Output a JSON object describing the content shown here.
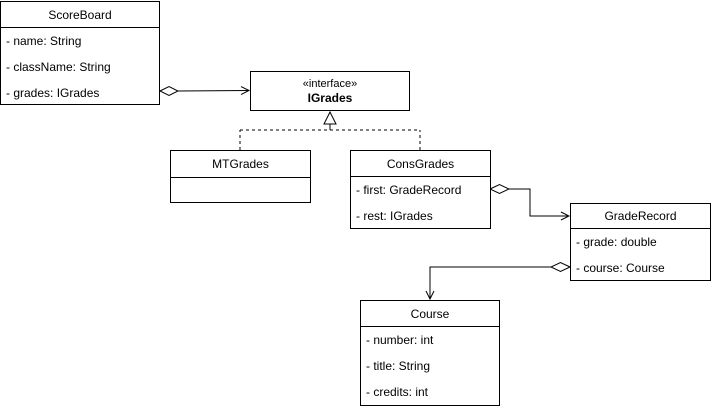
{
  "classes": {
    "scoreboard": {
      "name": "ScoreBoard",
      "attributes": [
        "- name: String",
        "- className: String",
        "- grades: IGrades"
      ]
    },
    "igrades": {
      "stereotype": "«interface»",
      "name": "IGrades"
    },
    "mtgrades": {
      "name": "MTGrades"
    },
    "consgrades": {
      "name": "ConsGrades",
      "attributes": [
        "- first: GradeRecord",
        "- rest: IGrades"
      ]
    },
    "graderecord": {
      "name": "GradeRecord",
      "attributes": [
        "- grade: double",
        "- course: Course"
      ]
    },
    "course": {
      "name": "Course",
      "attributes": [
        "- number: int",
        "- title: String",
        "- credits: int"
      ]
    }
  },
  "relations": [
    {
      "type": "aggregation",
      "from": "ScoreBoard",
      "to": "IGrades"
    },
    {
      "type": "realization",
      "from": "MTGrades",
      "to": "IGrades"
    },
    {
      "type": "realization",
      "from": "ConsGrades",
      "to": "IGrades"
    },
    {
      "type": "aggregation",
      "from": "ConsGrades",
      "to": "GradeRecord"
    },
    {
      "type": "aggregation",
      "from": "GradeRecord",
      "to": "Course"
    }
  ]
}
